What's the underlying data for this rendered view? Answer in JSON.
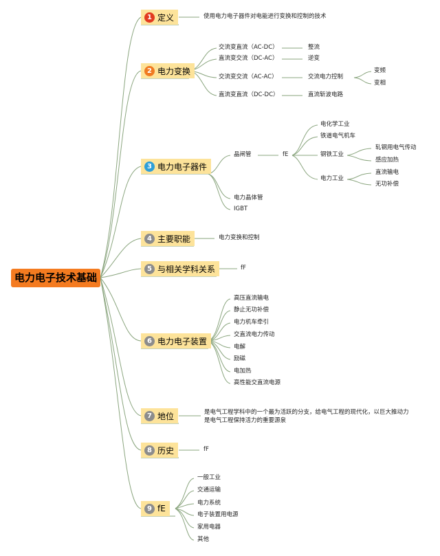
{
  "root": "电力电子技术基础",
  "colors": {
    "n1": "#e23a1f",
    "n2": "#f07a21",
    "n3": "#2f9fd8",
    "gray": "#8c8c8c",
    "root_bg": "#f47b20",
    "branch_bg": "#fde39a",
    "line": "#8aa57e"
  },
  "branches": {
    "b1": {
      "num": "1",
      "label": "定义",
      "text": "使用电力电子器件对电能进行变换和控制的技术"
    },
    "b2": {
      "num": "2",
      "label": "电力变换",
      "c1": "交流变直流（AC-DC）",
      "c1r": "整流",
      "c2": "直流变交流（DC-AC）",
      "c2r": "逆变",
      "c3": "交流变交流（AC-AC）",
      "c3r": "交流电力控制",
      "c3a": "变频",
      "c3b": "变相",
      "c4": "直流变直流（DC-DC）",
      "c4r": "直流斩波电路"
    },
    "b3": {
      "num": "3",
      "label": "电力电子器件",
      "thyristor": "晶闸管",
      "fe": "fE",
      "e1": "电化学工业",
      "e2": "铁道电气机车",
      "e3": "钢铁工业",
      "e3a": "轧钢用电气传动",
      "e3b": "感应加热",
      "e4": "电力工业",
      "e4a": "直流输电",
      "e4b": "无功补偿",
      "c2": "电力晶体管",
      "c3": "IGBT"
    },
    "b4": {
      "num": "4",
      "label": "主要职能",
      "text": "电力变换和控制"
    },
    "b5": {
      "num": "5",
      "label": "与相关学科关系",
      "text": "fF"
    },
    "b6": {
      "num": "6",
      "label": "电力电子装置",
      "items": [
        "高压直流输电",
        "静止无功补偿",
        "电力机车牵引",
        "交直流电力传动",
        "电解",
        "励磁",
        "电加热",
        "高性能交直流电源"
      ]
    },
    "b7": {
      "num": "7",
      "label": "地位",
      "line1": "是电气工程学科中的一个最为活跃的分支，给电气工程的现代化，以巨大推动力",
      "line2": "是电气工程保持活力的重要源泉"
    },
    "b8": {
      "num": "8",
      "label": "历史",
      "text": "fF"
    },
    "b9": {
      "num": "9",
      "label": "fE",
      "items": [
        "一般工业",
        "交通运输",
        "电力系统",
        "电子装置用电源",
        "家用电器",
        "其他"
      ]
    }
  }
}
